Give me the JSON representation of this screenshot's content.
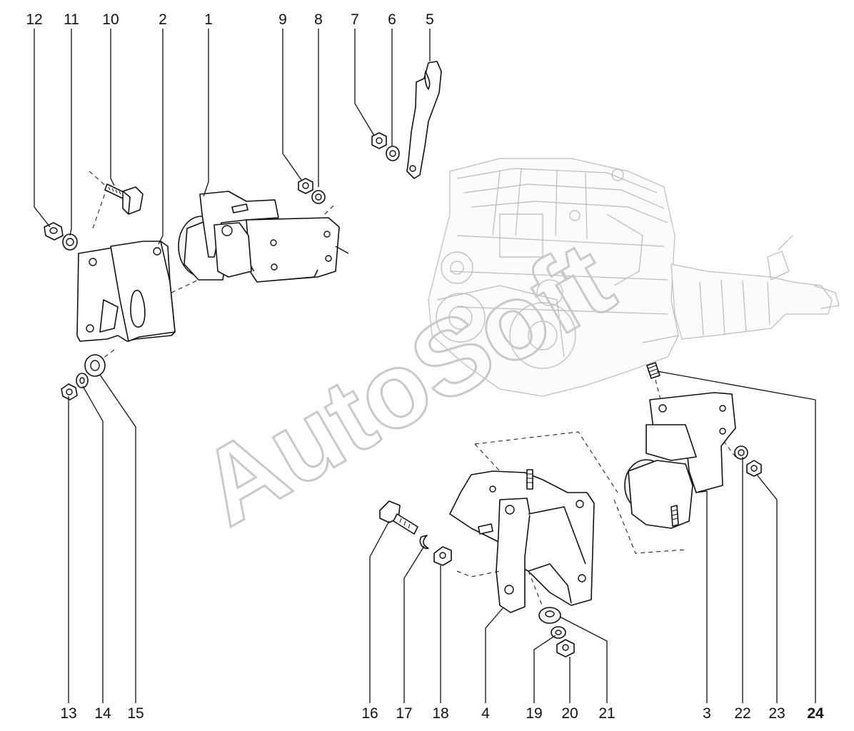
{
  "watermark": "AutoSoft",
  "callouts": {
    "c1": "1",
    "c2": "2",
    "c3": "3",
    "c4": "4",
    "c5": "5",
    "c6": "6",
    "c7": "7",
    "c8": "8",
    "c9": "9",
    "c10": "10",
    "c11": "11",
    "c12": "12",
    "c13": "13",
    "c14": "14",
    "c15": "15",
    "c16": "16",
    "c17": "17",
    "c18": "18",
    "c19": "19",
    "c20": "20",
    "c21": "21",
    "c22": "22",
    "c23": "23",
    "c24": "24"
  }
}
